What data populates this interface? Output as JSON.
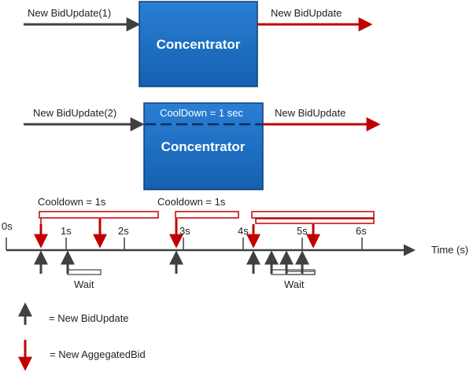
{
  "diagram1": {
    "input_label": "New BidUpdate(1)",
    "box_label": "Concentrator",
    "output_label": "New BidUpdate"
  },
  "diagram2": {
    "input_label": "New BidUpdate(2)",
    "cooldown_label": "CoolDown = 1 sec",
    "box_label": "Concentrator",
    "output_label": "New BidUpdate"
  },
  "timeline": {
    "cooldown_labels": [
      "Cooldown = 1s",
      "Cooldown = 1s"
    ],
    "ticks": [
      "0s",
      "1s",
      "2s",
      "3s",
      "4s",
      "5s",
      "6s"
    ],
    "axis_label": "Time (s)",
    "wait_labels": [
      "Wait",
      "Wait"
    ]
  },
  "legend": {
    "bidupdate_label": "= New BidUpdate",
    "aggregated_label": "= New AggegatedBid"
  },
  "colors": {
    "box_fill": "#1a6cc0",
    "box_border": "#0d3f7a",
    "red": "#c00000",
    "dark": "#404040"
  }
}
